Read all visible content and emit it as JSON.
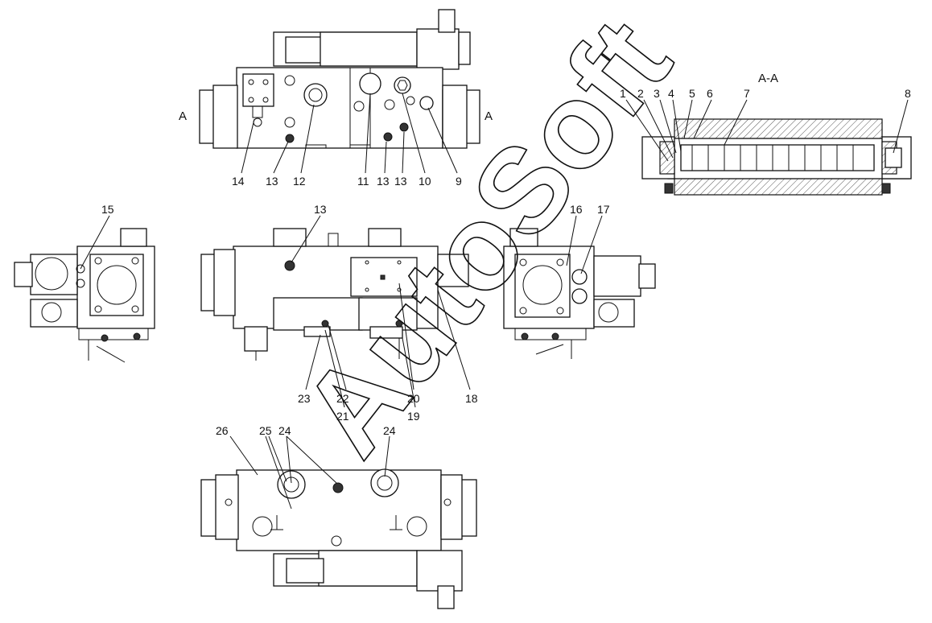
{
  "section_title": "A-A",
  "view_marks": [
    "A",
    "A"
  ],
  "watermark": "AutoSoft",
  "callouts": [
    "1",
    "2",
    "3",
    "4",
    "5",
    "6",
    "7",
    "8",
    "9",
    "10",
    "11",
    "12",
    "13",
    "13",
    "13",
    "13",
    "14",
    "15",
    "16",
    "17",
    "18",
    "19",
    "20",
    "21",
    "22",
    "23",
    "24",
    "24",
    "25",
    "26"
  ],
  "colors": {
    "line": "#111111",
    "background": "#ffffff"
  }
}
